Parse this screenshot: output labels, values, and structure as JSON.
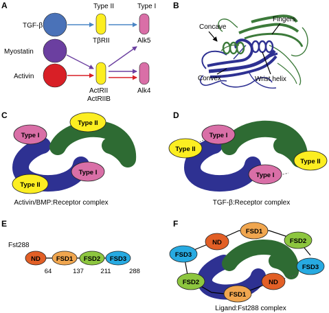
{
  "colors": {
    "tgfb": "#4a72b8",
    "myostatin": "#6b3fa0",
    "activin": "#d81f26",
    "type2": "#fcee21",
    "type1": "#d96fa7",
    "arrow_blue": "#4a86c5",
    "arrow_purple": "#6b3fa0",
    "arrow_red": "#d81f26",
    "ligand_blue": "#2e3192",
    "ligand_green": "#2e6b33",
    "nd": "#e25f26",
    "fsd1": "#f0a64f",
    "fsd2": "#8dc63f",
    "fsd3": "#27aae1",
    "ribbon_blue": "#2e3192",
    "ribbon_green": "#3c7a3a"
  },
  "panels": {
    "a": {
      "letter": "A",
      "ligands": [
        "TGF-β",
        "Myostatin",
        "Activin"
      ],
      "type2_header": "Type II",
      "type1_header": "Type I",
      "tbrii": "TβRII",
      "alk5": "Alk5",
      "actrii": "ActRII",
      "actriib": "ActRIIB",
      "alk4": "Alk4"
    },
    "b": {
      "letter": "B",
      "concave": "Concave",
      "fingers": "Fingers",
      "convex": "Convex",
      "wrist_helix": "Wrist helix"
    },
    "c": {
      "letter": "C",
      "type2_top": "Type II",
      "type1_top": "Type I",
      "type1_bottom": "Type I",
      "type2_bottom": "Type II",
      "caption": "Activin/BMP:Receptor complex"
    },
    "d": {
      "letter": "D",
      "type1_top": "Type I",
      "type2_left": "Type II",
      "type2_right": "Type II",
      "type1_bottom": "Type I",
      "caption": "TGF-β:Receptor complex"
    },
    "e": {
      "letter": "E",
      "title": "Fst288",
      "domains": [
        "ND",
        "FSD1",
        "FSD2",
        "FSD3"
      ],
      "positions": [
        "64",
        "137",
        "211",
        "288"
      ]
    },
    "f": {
      "letter": "F",
      "caption": "Ligand:Fst288 complex",
      "top_fsd1": "FSD1",
      "top_fsd2": "FSD2",
      "top_nd": "ND",
      "top_fsd3": "FSD3",
      "bottom_fsd3": "FSD3",
      "bottom_fsd2": "FSD2",
      "bottom_fsd1": "FSD1",
      "bottom_nd": "ND"
    }
  }
}
